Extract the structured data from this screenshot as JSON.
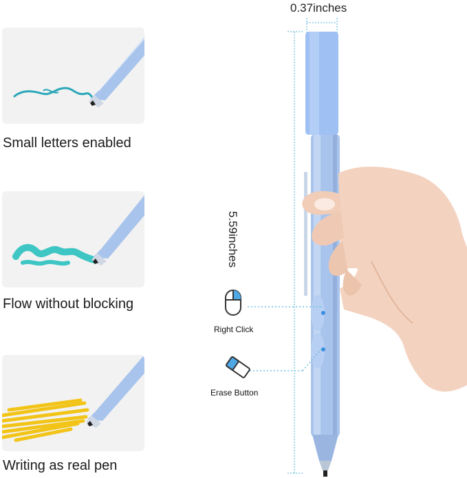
{
  "features": [
    {
      "label": "Small letters enabled",
      "icon": "squiggle-stroke-icon",
      "color": "#2aa7b8"
    },
    {
      "label": "Flow without blocking",
      "icon": "brush-stroke-icon",
      "color": "#3ec6c4"
    },
    {
      "label": "Writing as real pen",
      "icon": "scribble-fill-icon",
      "color": "#f2c418"
    }
  ],
  "dimensions": {
    "width": "0.37inches",
    "length": "5.59inches"
  },
  "callouts": {
    "right_click": "Right Click",
    "erase": "Erase Button"
  },
  "icons": {
    "mouse": "mouse-icon",
    "eraser": "eraser-icon"
  },
  "colors": {
    "pen_body": "#a9c4ec",
    "pen_cap": "#9fc0f2",
    "dimension_line": "#4fb3d9",
    "callout_line": "#6fc0e0",
    "button_dot": "#3a8fe0"
  }
}
